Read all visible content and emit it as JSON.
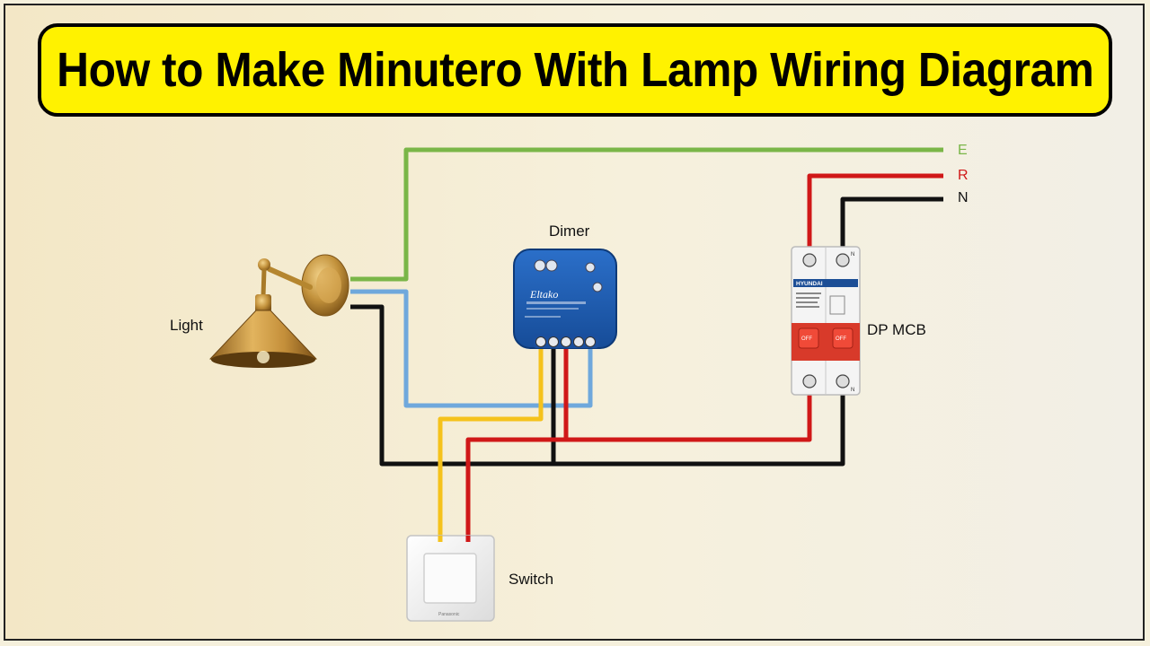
{
  "title": "How to Make Minutero With Lamp Wiring Diagram",
  "labels": {
    "dimer": "Dimer",
    "light": "Light",
    "dp_mcb": "DP MCB",
    "switch": "Switch"
  },
  "lines": {
    "earth": "E",
    "phase": "R",
    "neutral": "N"
  },
  "device_text": {
    "dimer_brand": "Eltako",
    "mcb_brand": "HYUNDAI",
    "mcb_off": "OFF",
    "mcb_n": "N",
    "switch_brand": "Panasonic"
  },
  "colors": {
    "banner": "#fff200",
    "earth": "#7ab648",
    "phase": "#d01818",
    "neutral": "#111111",
    "lamp_wire": "#6fa8dc",
    "switch_wire": "#f5c21b",
    "dimer_body": "#1d5fb8"
  }
}
